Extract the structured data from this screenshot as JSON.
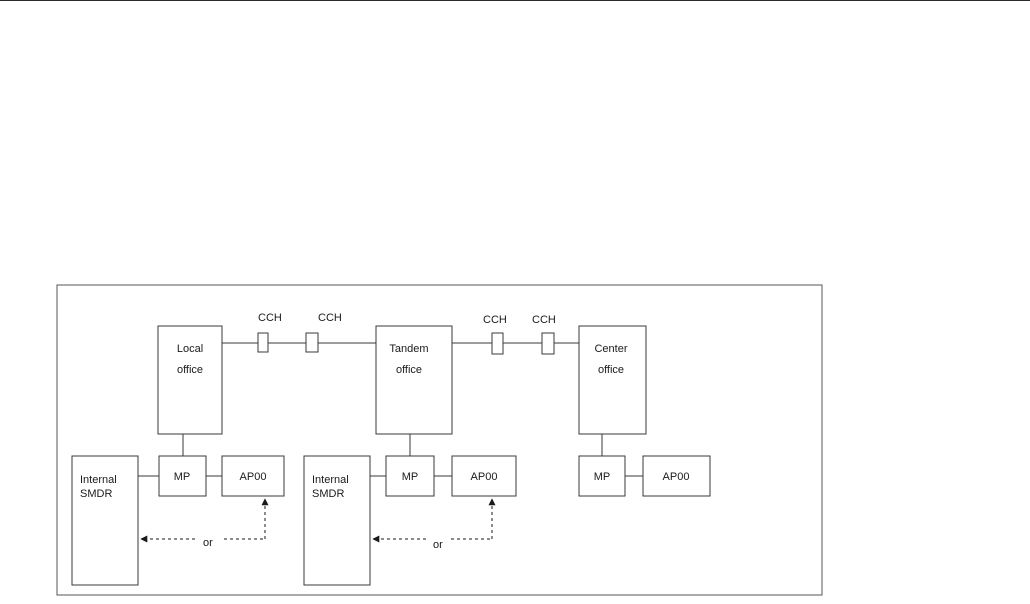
{
  "colors": {
    "line": "#3a3a3a",
    "frame": "#555555",
    "text": "#1a1a1a"
  },
  "diagram": {
    "offices": {
      "local": [
        "Local",
        "office"
      ],
      "tandem": [
        "Tandem",
        "office"
      ],
      "center": [
        "Center",
        "office"
      ]
    },
    "cch_label": "CCH",
    "mp_label": "MP",
    "ap_label": "AP00",
    "smdr": [
      "Internal",
      "SMDR"
    ],
    "or_label": "or"
  }
}
